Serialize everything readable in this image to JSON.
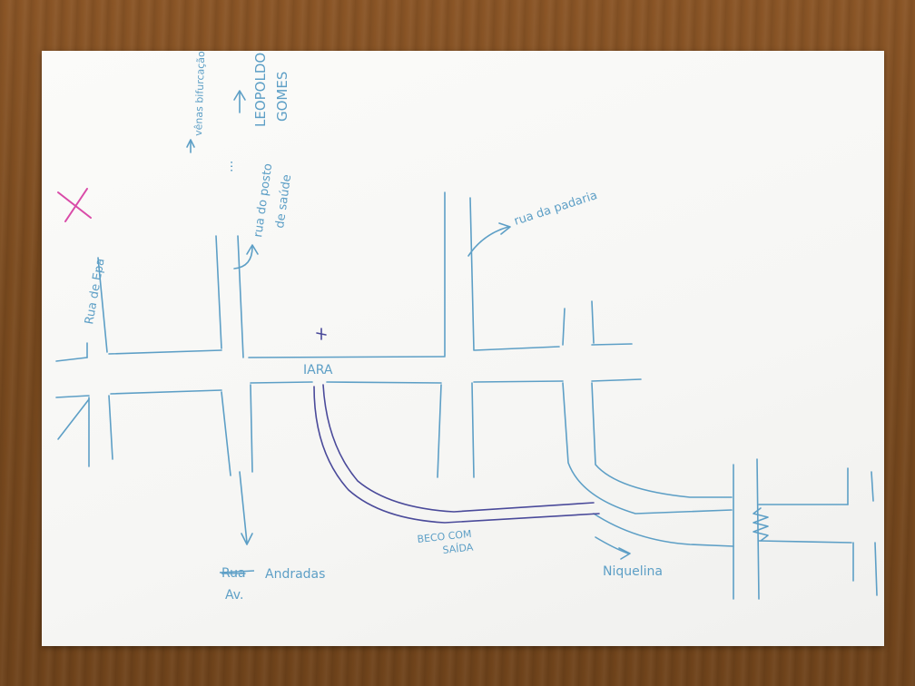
{
  "labels": {
    "rua_de_epa": "Rua de Epa",
    "venas_bifurcacao": "vênas bifurcação",
    "leopoldo": "LEOPOLDO",
    "gomes": "GOMES",
    "rua_posto_1": "rua do posto",
    "rua_posto_2": "de saúde",
    "rua_padaria": "rua da padaria",
    "iara": "IARA",
    "beco_1": "BECO COM",
    "beco_2": "SAÍDA",
    "rua_struck": "Rua",
    "andradas": "Andradas",
    "av": "Av.",
    "niquelina": "Niquelina",
    "dots": "..."
  },
  "colors": {
    "pen_blue": "#5d9fc6",
    "pen_dark": "#4a4a9a",
    "marker_magenta": "#d94aa8"
  },
  "icons": [
    "x-mark",
    "cross-marker",
    "arrow-icon"
  ]
}
